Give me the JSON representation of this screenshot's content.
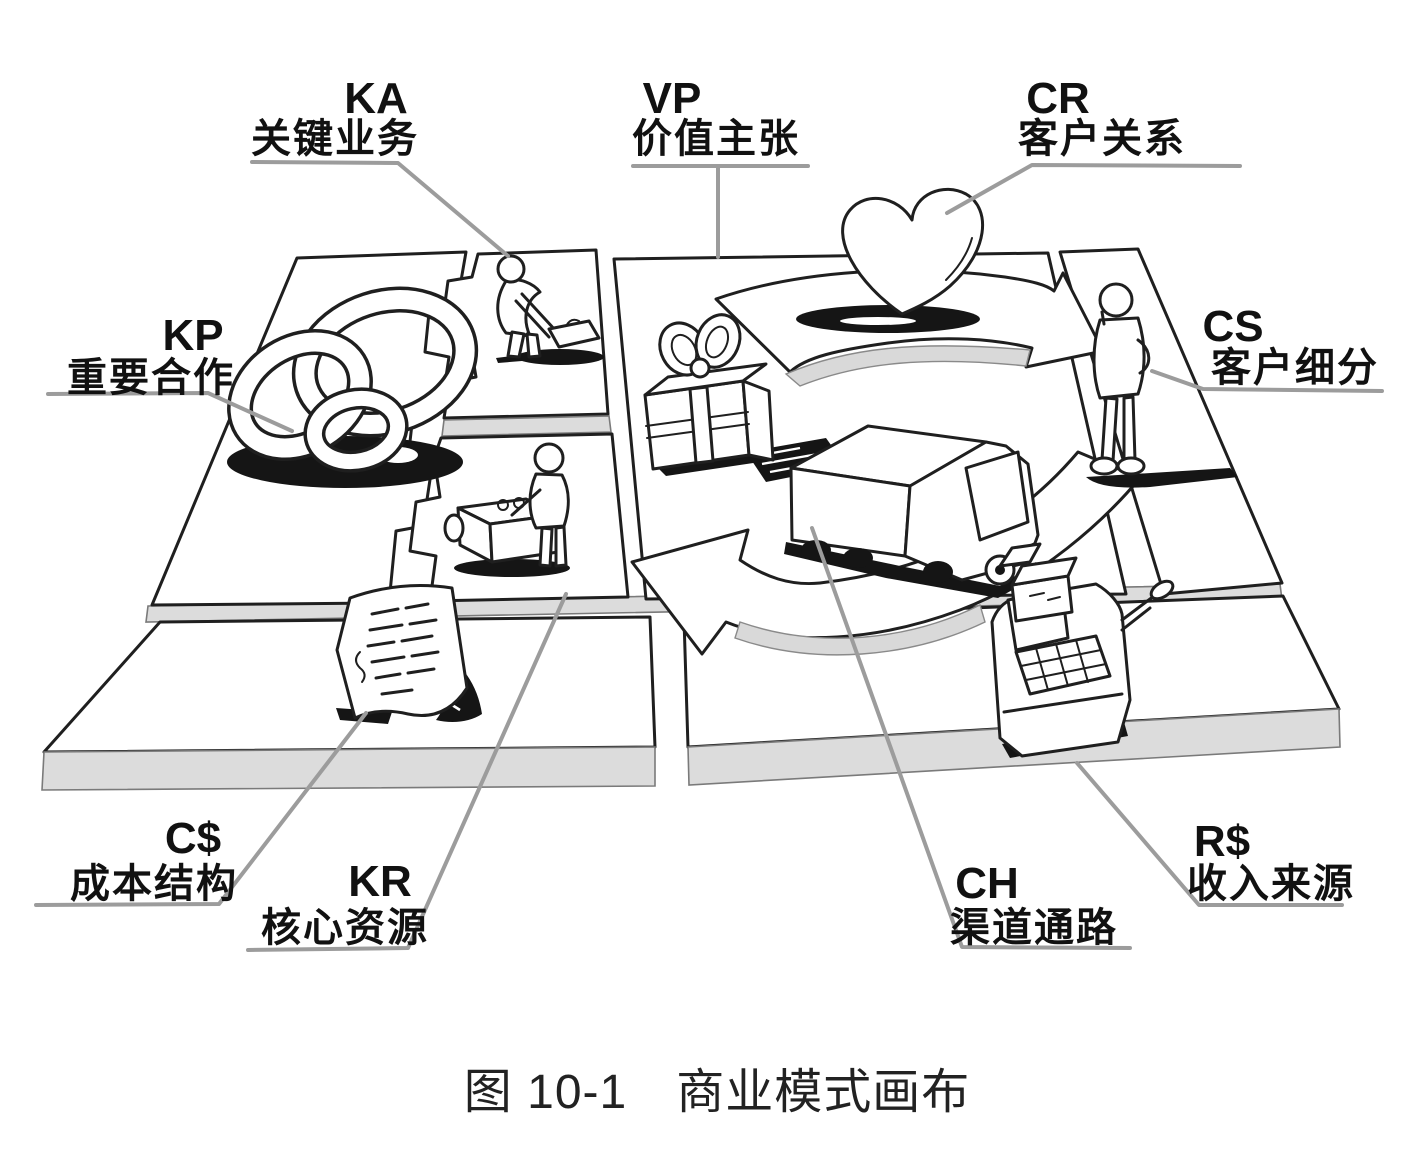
{
  "caption": "图 10-1　商业模式画布",
  "blocks": {
    "kp": {
      "code": "KP",
      "name": "重要合作",
      "icon": "interlocked-rings-icon"
    },
    "ka": {
      "code": "KA",
      "name": "关键业务",
      "icon": "working-person-icon"
    },
    "kr": {
      "code": "KR",
      "name": "核心资源",
      "icon": "person-with-equipment-icon"
    },
    "vp": {
      "code": "VP",
      "name": "价值主张",
      "icon": "gift-box-icon"
    },
    "cr": {
      "code": "CR",
      "name": "客户关系",
      "icon": "heart-icon"
    },
    "ch": {
      "code": "CH",
      "name": "渠道通路",
      "icon": "delivery-truck-icon"
    },
    "cs": {
      "code": "CS",
      "name": "客户细分",
      "icon": "customer-person-icon"
    },
    "cost": {
      "code": "C$",
      "name": "成本结构",
      "icon": "cost-document-icon"
    },
    "revenue": {
      "code": "R$",
      "name": "收入来源",
      "icon": "cash-register-icon"
    }
  },
  "colors": {
    "ink": "#1f1f1f",
    "leader": "#9c9c9c",
    "slab_side": "#dcdcdc",
    "shadow": "#151515",
    "background": "#ffffff"
  }
}
